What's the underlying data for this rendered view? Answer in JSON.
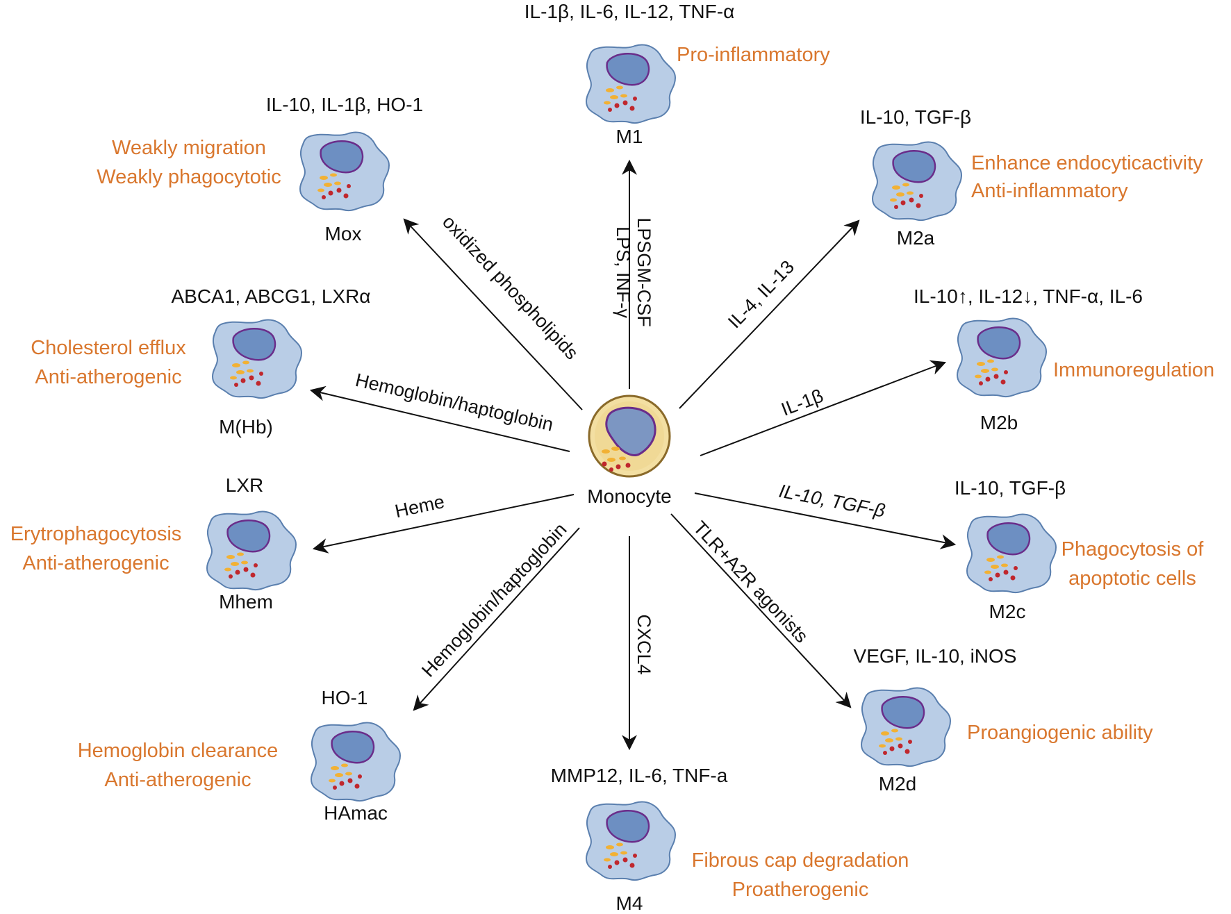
{
  "colors": {
    "accent_text": "#d9772e",
    "text": "#111111",
    "cell_fill": "#b9cde6",
    "cell_stroke": "#5a7fae",
    "nucleus_fill": "#6d8fc2",
    "nucleus_stroke": "#6a2d8a",
    "monocyte_fill": "#f3dfa2",
    "monocyte_stroke": "#8a6a2a",
    "granule_red": "#c0272d",
    "granule_yellow": "#f2b134"
  },
  "center": {
    "label": "Monocyte"
  },
  "macrophages": [
    {
      "id": "m1",
      "name": "M1",
      "markers": "IL-1β, IL-6, IL-12, TNF-α",
      "functions": [
        "Pro-inflammatory"
      ],
      "stimulus": [
        "LPSGM-CSF",
        "LPS, INF-γ"
      ]
    },
    {
      "id": "m2a",
      "name": "M2a",
      "markers": "IL-10, TGF-β",
      "functions": [
        "Enhance endocyticactivity",
        "Anti-inflammatory"
      ],
      "stimulus": [
        "IL-4, IL-13"
      ]
    },
    {
      "id": "m2b",
      "name": "M2b",
      "markers": "IL-10↑, IL-12↓, TNF-α, IL-6",
      "functions": [
        "Immunoregulation"
      ],
      "stimulus": [
        "IL-1β"
      ]
    },
    {
      "id": "m2c",
      "name": "M2c",
      "markers": "IL-10, TGF-β",
      "functions": [
        "Phagocytosis of",
        "apoptotic cells"
      ],
      "stimulus": [
        "IL-10, TGF-β"
      ]
    },
    {
      "id": "m2d",
      "name": "M2d",
      "markers": "VEGF, IL-10, iNOS",
      "functions": [
        "Proangiogenic ability"
      ],
      "stimulus": [
        "TLR+A2R agonists"
      ]
    },
    {
      "id": "m4",
      "name": "M4",
      "markers": "MMP12, IL-6, TNF-a",
      "functions": [
        "Fibrous cap degradation",
        "Proatherogenic"
      ],
      "stimulus": [
        "CXCL4"
      ]
    },
    {
      "id": "hamac",
      "name": "HAmac",
      "markers": "HO-1",
      "functions": [
        "Hemoglobin clearance",
        "Anti-atherogenic"
      ],
      "stimulus": [
        "Hemoglobin/haptoglobin"
      ]
    },
    {
      "id": "mhem",
      "name": "Mhem",
      "markers": "LXR",
      "functions": [
        "Erytrophagocytosis",
        "Anti-atherogenic"
      ],
      "stimulus": [
        "Heme"
      ]
    },
    {
      "id": "mhb",
      "name": "M(Hb)",
      "markers": "ABCA1, ABCG1, LXRα",
      "functions": [
        "Cholesterol efflux",
        "Anti-atherogenic"
      ],
      "stimulus": [
        "Hemoglobin/haptoglobin"
      ]
    },
    {
      "id": "mox",
      "name": "Mox",
      "markers": "IL-10, IL-1β, HO-1",
      "functions": [
        "Weakly migration",
        "Weakly phagocytotic"
      ],
      "stimulus": [
        "oxidized phospholipids"
      ]
    }
  ]
}
